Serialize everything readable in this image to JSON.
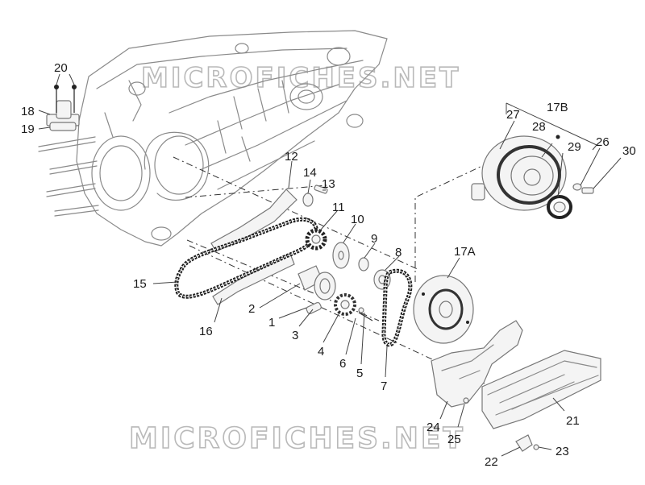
{
  "watermark": {
    "top": "MICROFICHES.NET",
    "bottom": "MICROFICHES.NET"
  },
  "callouts": {
    "c1": "1",
    "c2": "2",
    "c3": "3",
    "c4": "4",
    "c5": "5",
    "c6": "6",
    "c7": "7",
    "c8": "8",
    "c9": "9",
    "c10": "10",
    "c11": "11",
    "c12": "12",
    "c13": "13",
    "c14": "14",
    "c15": "15",
    "c16": "16",
    "c17a": "17A",
    "c17b": "17B",
    "c18": "18",
    "c19": "19",
    "c20": "20",
    "c21": "21",
    "c22": "22",
    "c23": "23",
    "c24": "24",
    "c25": "25",
    "c26": "26",
    "c27": "27",
    "c28": "28",
    "c29": "29",
    "c30": "30"
  }
}
